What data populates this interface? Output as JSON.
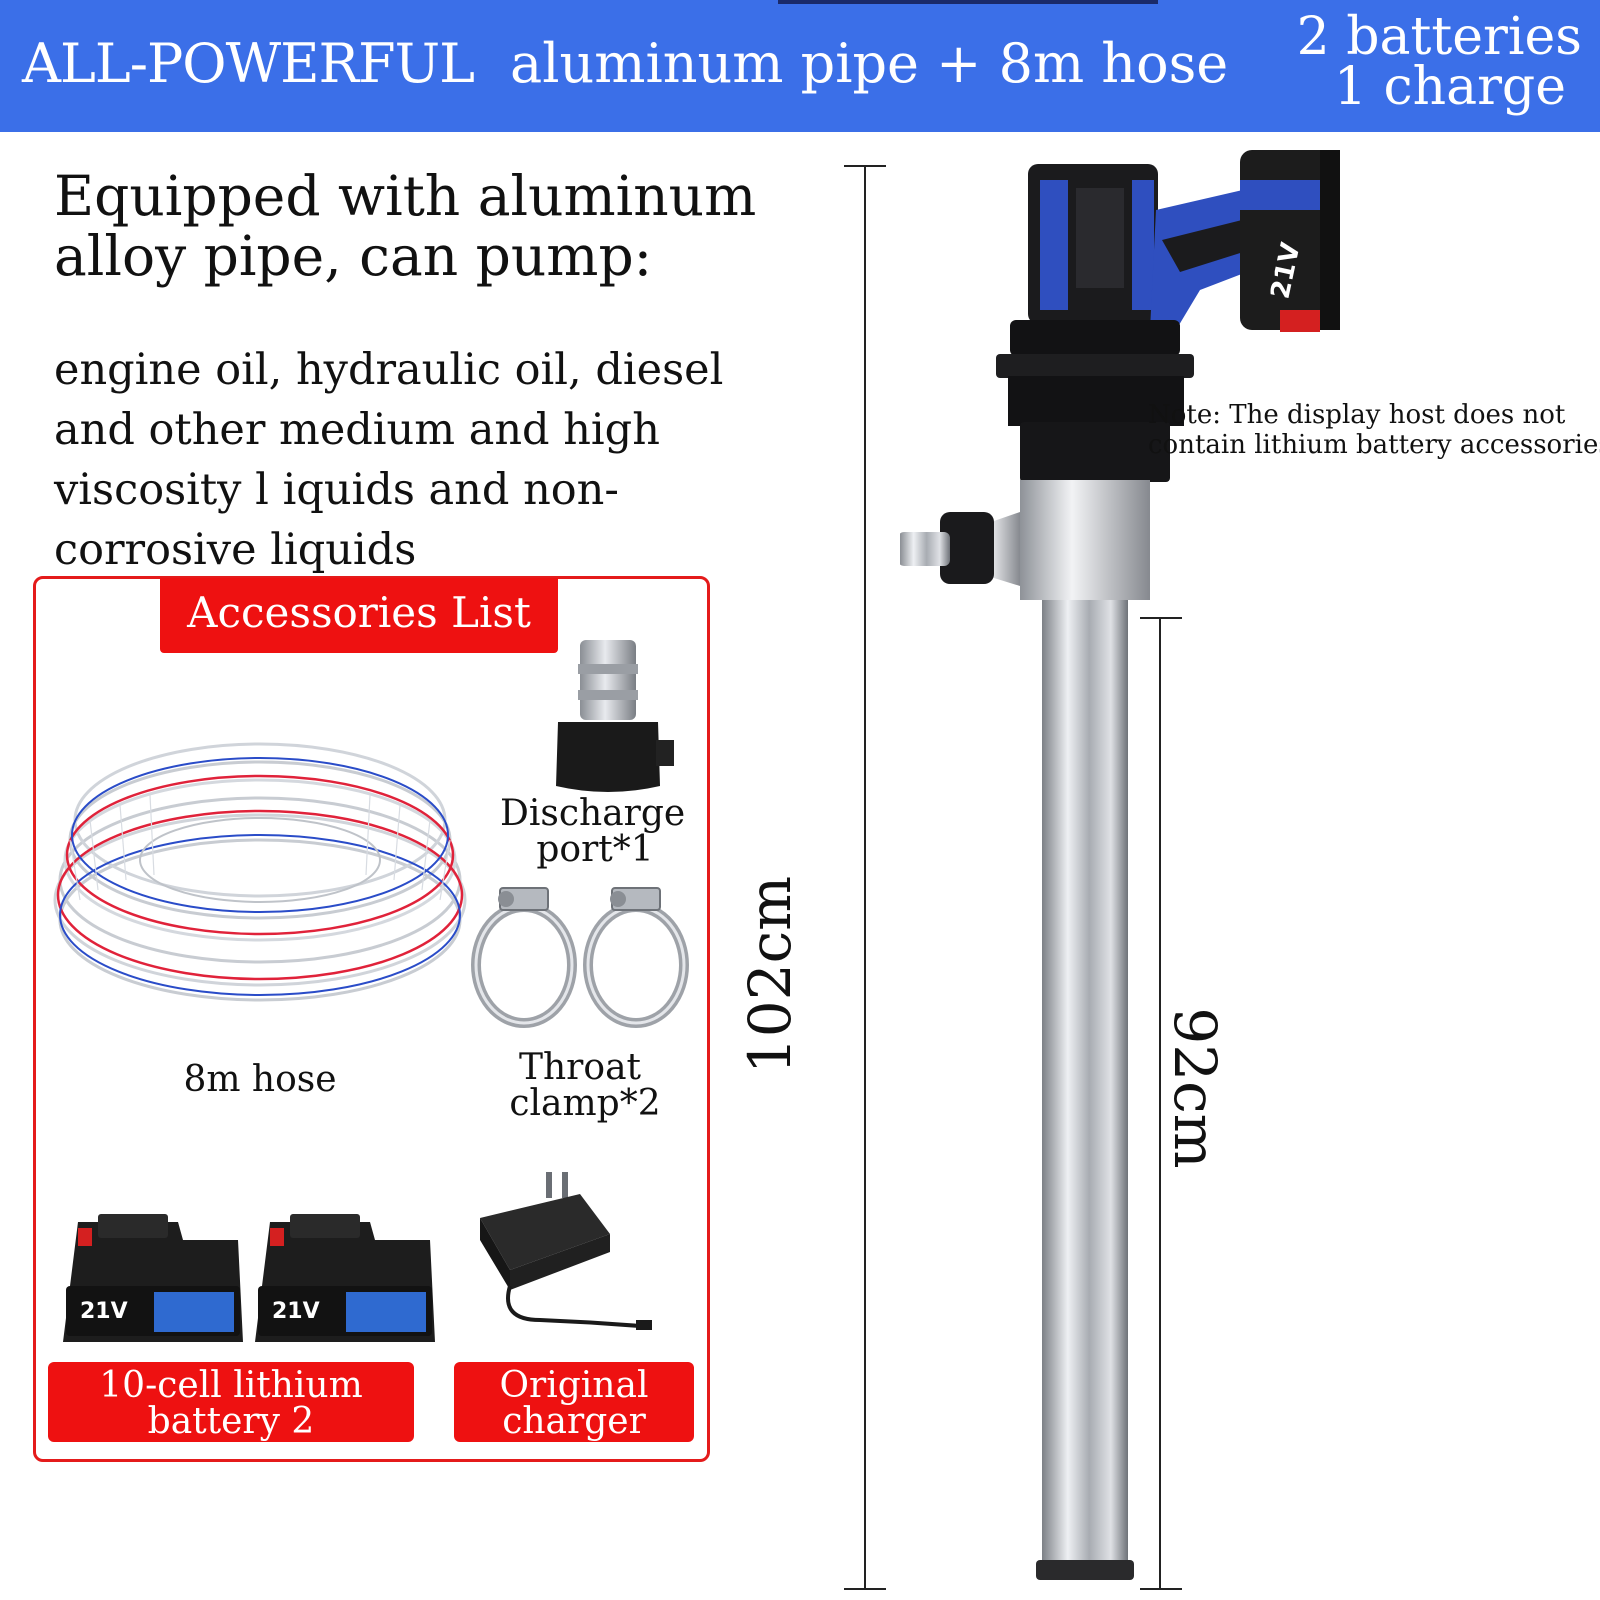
{
  "banner": {
    "brand": "ALL-POWERFUL",
    "product": "aluminum pipe + 8m hose",
    "package_line1": "2 batteries",
    "package_line2": "1 charge"
  },
  "intro": {
    "heading": "Equipped with aluminum alloy pipe, can pump:",
    "description": "engine oil, hydraulic oil, diesel and other medium and high viscosity l iquids and non-corrosive liquids"
  },
  "accessories": {
    "title": "Accessories List",
    "items": [
      {
        "name": "8m hose",
        "line1": "8m hose",
        "icon": "coiled-hose"
      },
      {
        "name": "Discharge port*1",
        "line1": "Discharge",
        "line2": "port*1",
        "icon": "discharge-port"
      },
      {
        "name": "Throat clamp*2",
        "line1": "Throat",
        "line2": "clamp*2",
        "icon": "hose-clamp"
      },
      {
        "name": "10-cell lithium battery 2",
        "line1": "10-cell lithium",
        "line2": "battery 2",
        "icon": "battery"
      },
      {
        "name": "Original charger",
        "line1": "Original",
        "line2": "charger",
        "icon": "charger"
      }
    ],
    "battery_voltage": "21V"
  },
  "product": {
    "note_line1": "Note: The display host does not",
    "note_line2": "contain lithium battery accessories",
    "total_length": "102cm",
    "pipe_length": "92cm",
    "battery_voltage": "21V"
  },
  "colors": {
    "banner_blue": "#3b6fe8",
    "accent_red": "#ee1111",
    "pump_blue": "#2f4fbf",
    "pipe_silver": "#b8bcc2"
  }
}
